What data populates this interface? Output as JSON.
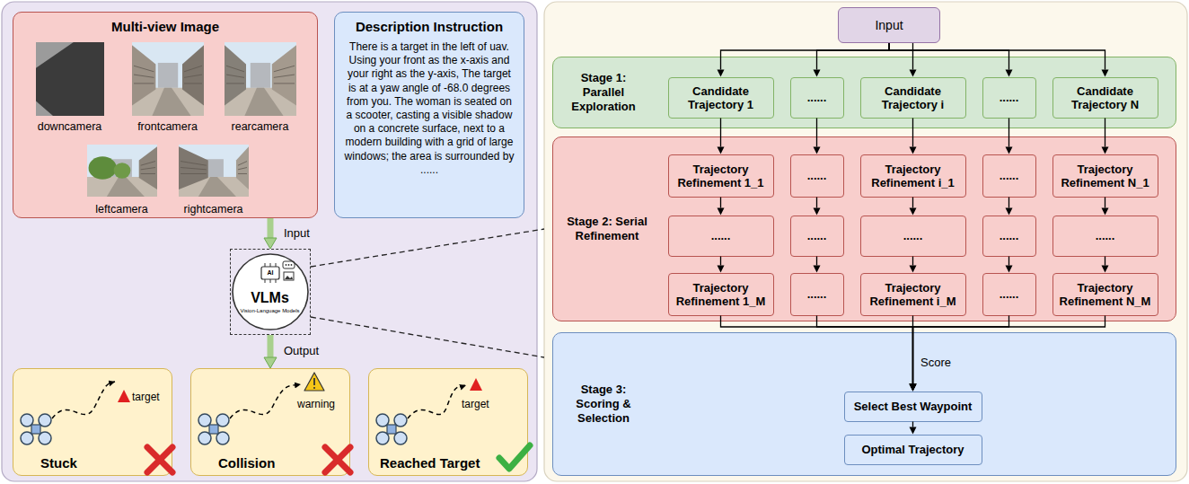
{
  "diagram": {
    "nodes": [
      {
        "text": [
          "Multi-view Image"
        ]
      },
      {
        "text": [
          "downcamera"
        ],
        "in": 0
      },
      {
        "text": [
          "frontcamera"
        ],
        "in": 0
      },
      {
        "text": [
          "rearcamera"
        ],
        "in": 0
      },
      {
        "text": [
          "leftcamera"
        ],
        "in": 0
      },
      {
        "text": [
          "rightcamera"
        ],
        "in": 0
      },
      {
        "text": [
          "Description Instruction",
          "There is a target in the left of uav. Using your front as the x-axis and your right as the y-axis, The target is at a yaw angle of -68.0 degrees from you. The woman is seated on a scooter, casting a visible shadow on a concrete surface, next to a modern building with a grid of large windows; the area is surrounded by ......"
        ]
      },
      {
        "text": [
          "VLMs",
          "Vision-Language Models"
        ]
      },
      {
        "text": [
          "target",
          "Stuck"
        ]
      },
      {
        "text": [
          "warning",
          "Collision"
        ]
      },
      {
        "text": [
          "target",
          "Reached Target"
        ]
      },
      {
        "text": [
          "Input"
        ]
      },
      {
        "text": [
          "Stage 1: Parallel Exploration"
        ]
      },
      {
        "text": [
          "Candidate Trajectory 1"
        ],
        "in": 12
      },
      {
        "text": [
          "......"
        ],
        "in": 12
      },
      {
        "text": [
          "Candidate Trajectory i"
        ],
        "in": 12
      },
      {
        "text": [
          "......"
        ],
        "in": 12
      },
      {
        "text": [
          "Candidate Trajectory N"
        ],
        "in": 12
      },
      {
        "text": [
          "Stage 2: Serial Refinement"
        ]
      },
      {
        "text": [
          "Trajectory Refinement 1_1"
        ],
        "in": 18
      },
      {
        "text": [
          "......"
        ],
        "in": 18
      },
      {
        "text": [
          "Trajectory Refinement i_1"
        ],
        "in": 18
      },
      {
        "text": [
          "......"
        ],
        "in": 18
      },
      {
        "text": [
          "Trajectory Refinement N_1"
        ],
        "in": 18
      },
      {
        "text": [
          "......"
        ],
        "in": 18
      },
      {
        "text": [
          "......"
        ],
        "in": 18
      },
      {
        "text": [
          "......"
        ],
        "in": 18
      },
      {
        "text": [
          "......"
        ],
        "in": 18
      },
      {
        "text": [
          "......"
        ],
        "in": 18
      },
      {
        "text": [
          "Trajectory Refinement 1_M"
        ],
        "in": 18
      },
      {
        "text": [
          "......"
        ],
        "in": 18
      },
      {
        "text": [
          "Trajectory Refinement i_M"
        ],
        "in": 18
      },
      {
        "text": [
          "......"
        ],
        "in": 18
      },
      {
        "text": [
          "Trajectory Refinement N_M"
        ],
        "in": 18
      },
      {
        "text": [
          "Stage 3: Scoring & Selection"
        ]
      },
      {
        "text": [
          "Select Best Waypoint"
        ],
        "in": 34
      },
      {
        "text": [
          "Optimal Trajectory"
        ],
        "in": 34
      }
    ],
    "edges": [
      {
        "from": 0,
        "to": 7,
        "label": "Input",
        "arrow": "to"
      },
      {
        "from": 7,
        "to": 9,
        "label": "Output",
        "arrow": "to"
      },
      {
        "from": 11,
        "to": 13,
        "arrow": "to"
      },
      {
        "from": 11,
        "to": 14,
        "arrow": "to"
      },
      {
        "from": 11,
        "to": 15,
        "arrow": "to"
      },
      {
        "from": 11,
        "to": 16,
        "arrow": "to"
      },
      {
        "from": 11,
        "to": 17,
        "arrow": "to"
      },
      {
        "from": 13,
        "to": 19,
        "arrow": "to"
      },
      {
        "from": 14,
        "to": 20,
        "arrow": "to"
      },
      {
        "from": 15,
        "to": 21,
        "arrow": "to"
      },
      {
        "from": 16,
        "to": 22,
        "arrow": "to"
      },
      {
        "from": 17,
        "to": 23,
        "arrow": "to"
      },
      {
        "from": 19,
        "to": 24,
        "arrow": "to"
      },
      {
        "from": 20,
        "to": 25,
        "arrow": "to"
      },
      {
        "from": 21,
        "to": 26,
        "arrow": "to"
      },
      {
        "from": 22,
        "to": 27,
        "arrow": "to"
      },
      {
        "from": 23,
        "to": 28,
        "arrow": "to"
      },
      {
        "from": 24,
        "to": 29,
        "arrow": "to"
      },
      {
        "from": 25,
        "to": 30,
        "arrow": "to"
      },
      {
        "from": 26,
        "to": 31,
        "arrow": "to"
      },
      {
        "from": 27,
        "to": 32,
        "arrow": "to"
      },
      {
        "from": 28,
        "to": 33,
        "arrow": "to"
      },
      {
        "from": 29,
        "to": 35,
        "arrow": "to"
      },
      {
        "from": 30,
        "to": 35,
        "arrow": "to"
      },
      {
        "from": 31,
        "to": 35,
        "label": "Score",
        "arrow": "to"
      },
      {
        "from": 32,
        "to": 35,
        "arrow": "to"
      },
      {
        "from": 33,
        "to": 35,
        "arrow": "to"
      },
      {
        "from": 35,
        "to": 36,
        "arrow": "to"
      }
    ],
    "labels": [
      "AI"
    ]
  }
}
